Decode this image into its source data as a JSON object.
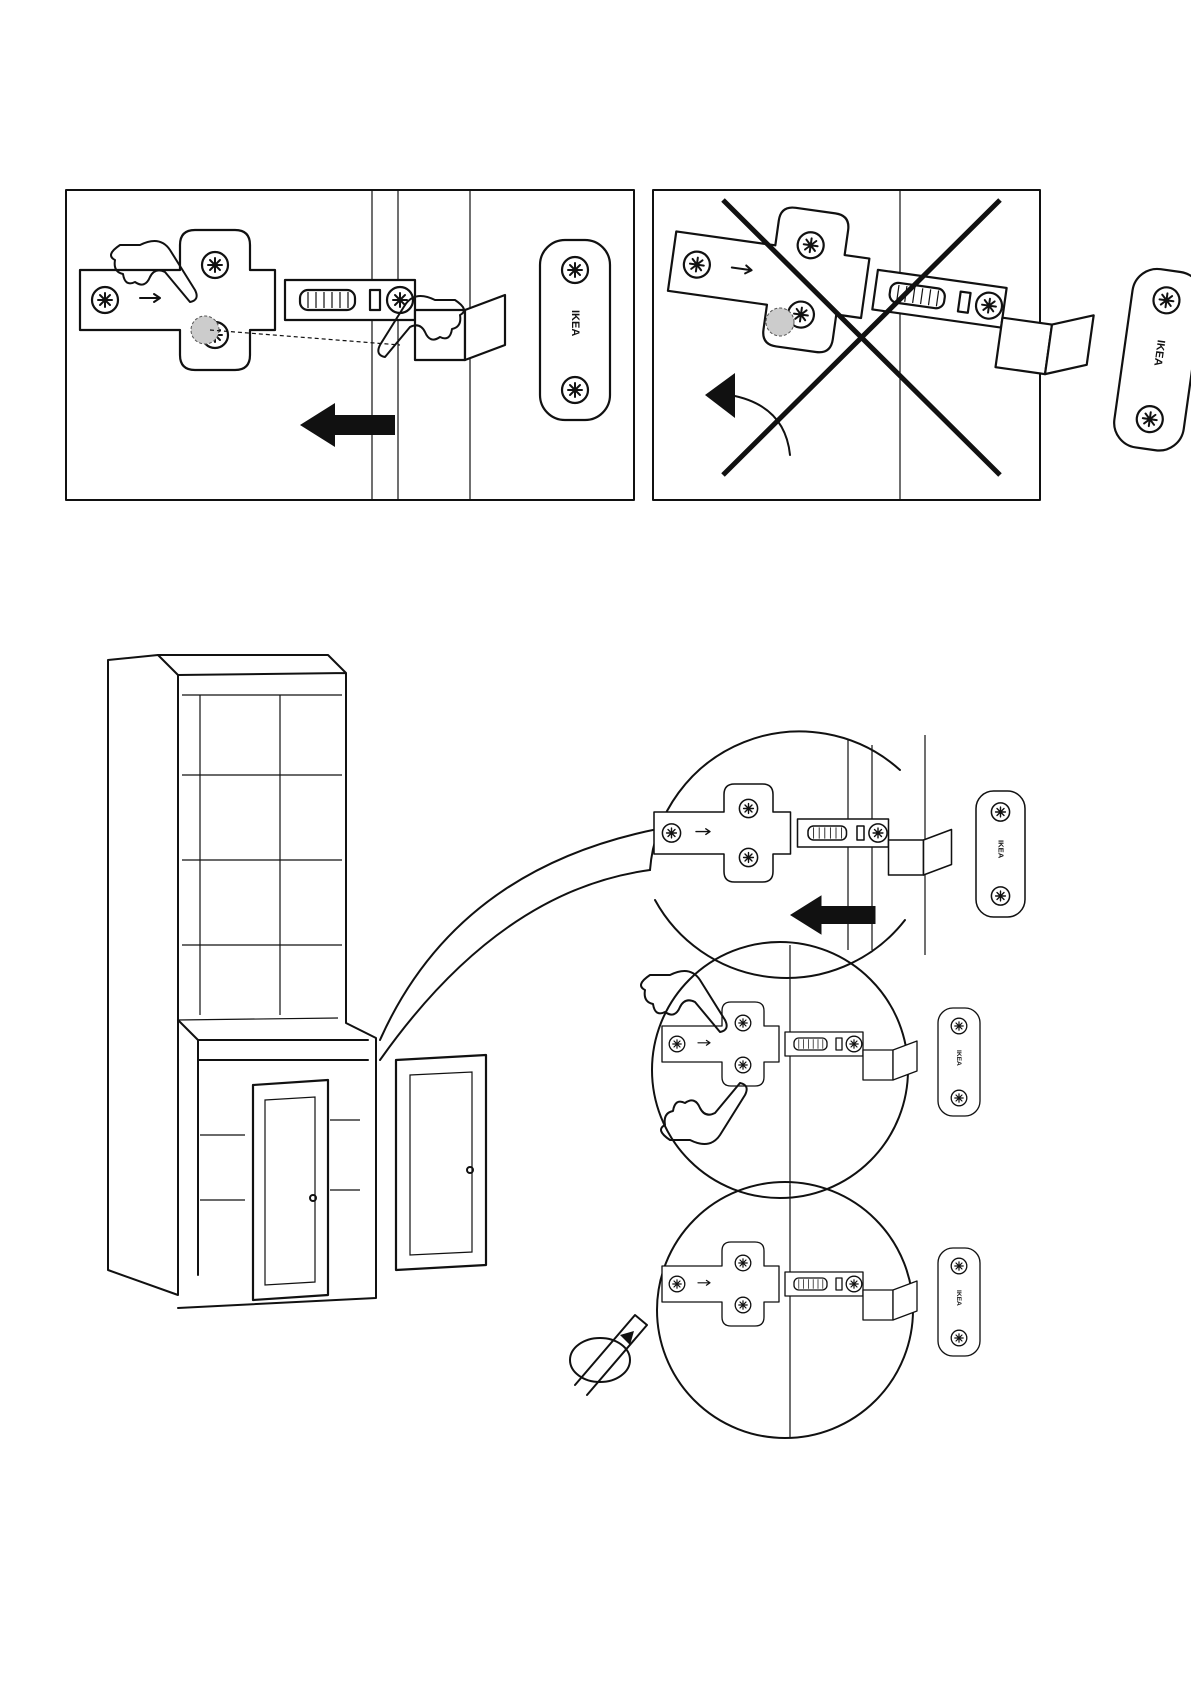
{
  "page": {
    "brand_logo": "IKEA",
    "colors": {
      "ink": "#111111",
      "paper": "#ffffff"
    },
    "illustrations": [
      {
        "id": "hinge-slide-on",
        "icons": [
          "hand-icon",
          "arrow-left-icon",
          "screw-icon"
        ]
      },
      {
        "id": "hinge-wrong-tilt",
        "icons": [
          "cross-out-icon",
          "curved-arrow-icon"
        ]
      },
      {
        "id": "cabinet-door-mount",
        "icons": [
          "cabinet-icon",
          "door-icon"
        ]
      },
      {
        "id": "detail-slide",
        "icons": [
          "arrow-left-icon"
        ]
      },
      {
        "id": "detail-click",
        "icons": [
          "hand-icon"
        ]
      },
      {
        "id": "detail-tighten",
        "icons": [
          "screwdriver-icon",
          "rotate-arrow-icon"
        ]
      }
    ]
  }
}
